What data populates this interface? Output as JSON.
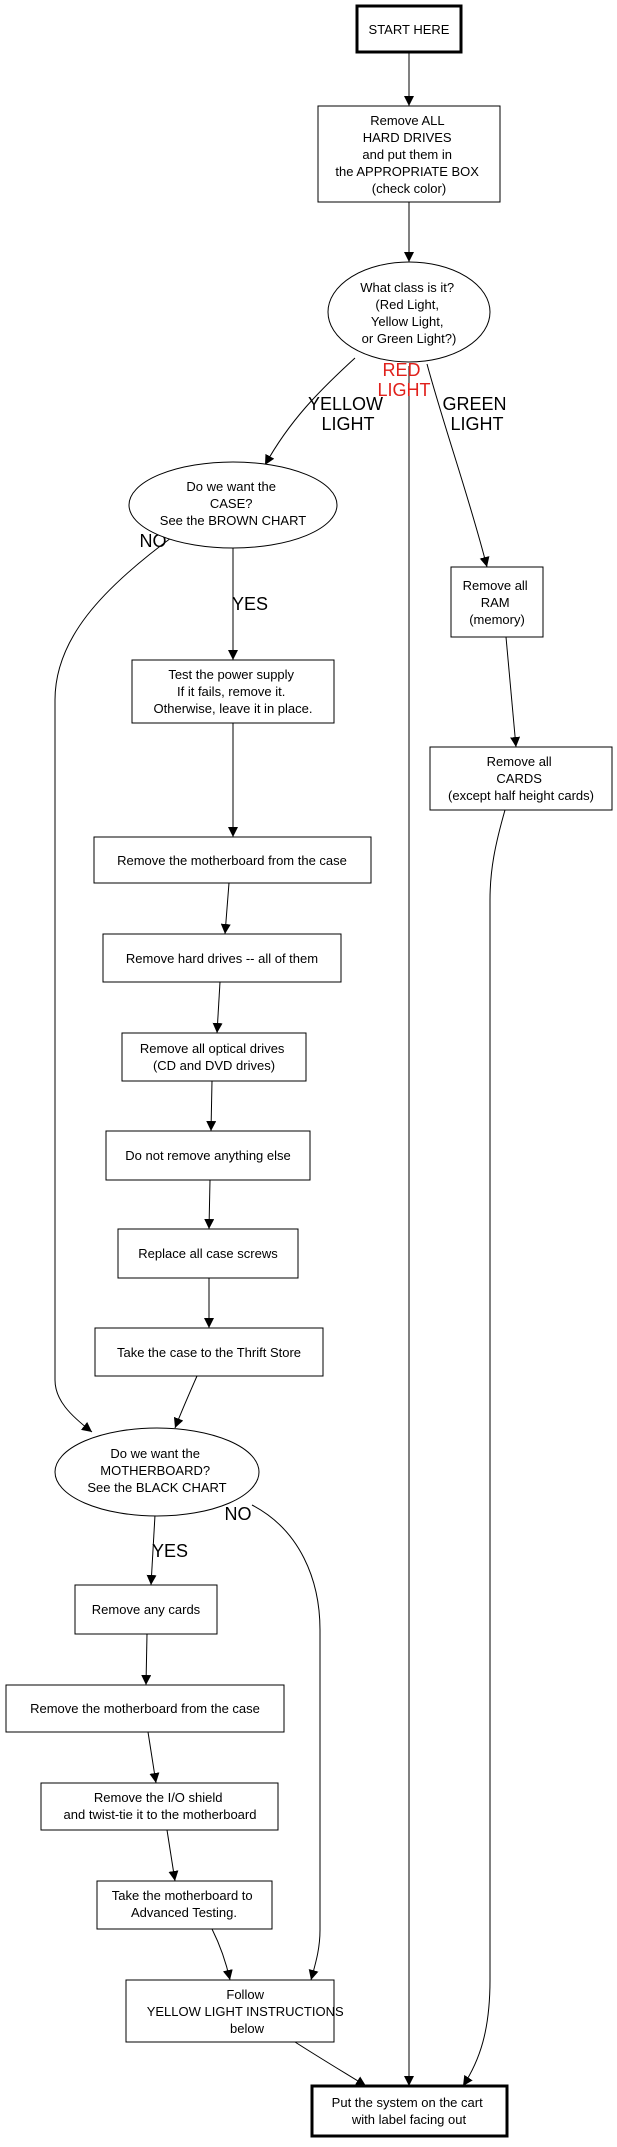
{
  "nodes": {
    "start": [
      "START HERE"
    ],
    "remove_hd": [
      "Remove ALL",
      "HARD DRIVES",
      "and put them in",
      "the APPROPRIATE BOX",
      "(check color)"
    ],
    "class": [
      "What class is it?",
      "(Red Light,",
      "Yellow Light,",
      "or Green Light?)"
    ],
    "want_case": [
      "Do we want the",
      "CASE?",
      "See the BROWN CHART"
    ],
    "psu": [
      "Test the power supply",
      "If it fails, remove it.",
      "Otherwise, leave it in place."
    ],
    "remove_mb1": [
      "Remove the motherboard from the case"
    ],
    "remove_hd_all": [
      "Remove hard drives -- all of them"
    ],
    "optical": [
      "Remove all optical drives",
      "(CD and DVD drives)"
    ],
    "nothing_else": [
      "Do not remove anything else"
    ],
    "screws": [
      "Replace all case screws"
    ],
    "thrift": [
      "Take the case to the Thrift Store"
    ],
    "want_mb": [
      "Do we want the",
      "MOTHERBOARD?",
      "See the BLACK CHART"
    ],
    "cards": [
      "Remove any cards"
    ],
    "remove_mb2": [
      "Remove the motherboard from the case"
    ],
    "io_shield": [
      "Remove the I/O shield",
      "and twist-tie it to the motherboard"
    ],
    "adv_testing": [
      "Take the motherboard to",
      "Advanced Testing."
    ],
    "follow_yellow": [
      "Follow",
      "YELLOW LIGHT INSTRUCTIONS",
      "below"
    ],
    "ram": [
      "Remove all",
      "RAM",
      "(memory)"
    ],
    "all_cards": [
      "Remove all",
      "CARDS",
      "(except half height cards)"
    ],
    "cart": [
      "Put the system on the cart",
      "with label facing out"
    ]
  },
  "edge_labels": {
    "yellow": [
      "YELLOW",
      "LIGHT"
    ],
    "red": [
      "RED",
      "LIGHT"
    ],
    "green": [
      "GREEN",
      "LIGHT"
    ],
    "case_no": [
      "NO"
    ],
    "case_yes": [
      "YES"
    ],
    "mb_yes": [
      "YES"
    ],
    "mb_no": [
      "NO"
    ]
  },
  "colors": {
    "red_label": "#e0201b",
    "stroke": "#000000"
  }
}
